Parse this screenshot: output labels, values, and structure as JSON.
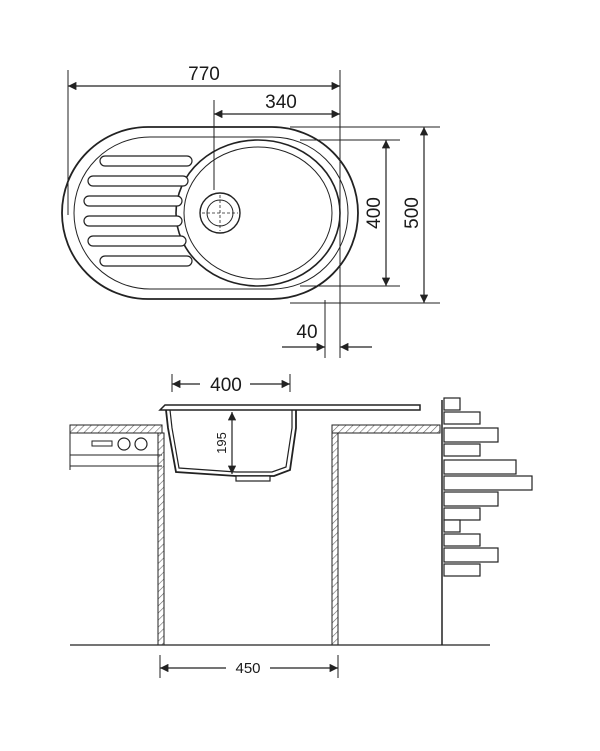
{
  "top_view": {
    "overall_width": "770",
    "bowl_offset": "340",
    "bowl_height": "400",
    "overall_depth": "500",
    "edge_offset": "40"
  },
  "section_view": {
    "bowl_width": "400",
    "bowl_depth": "195",
    "cabinet_width": "450"
  },
  "colors": {
    "line": "#222222",
    "hatch": "#555555",
    "background": "#ffffff"
  }
}
